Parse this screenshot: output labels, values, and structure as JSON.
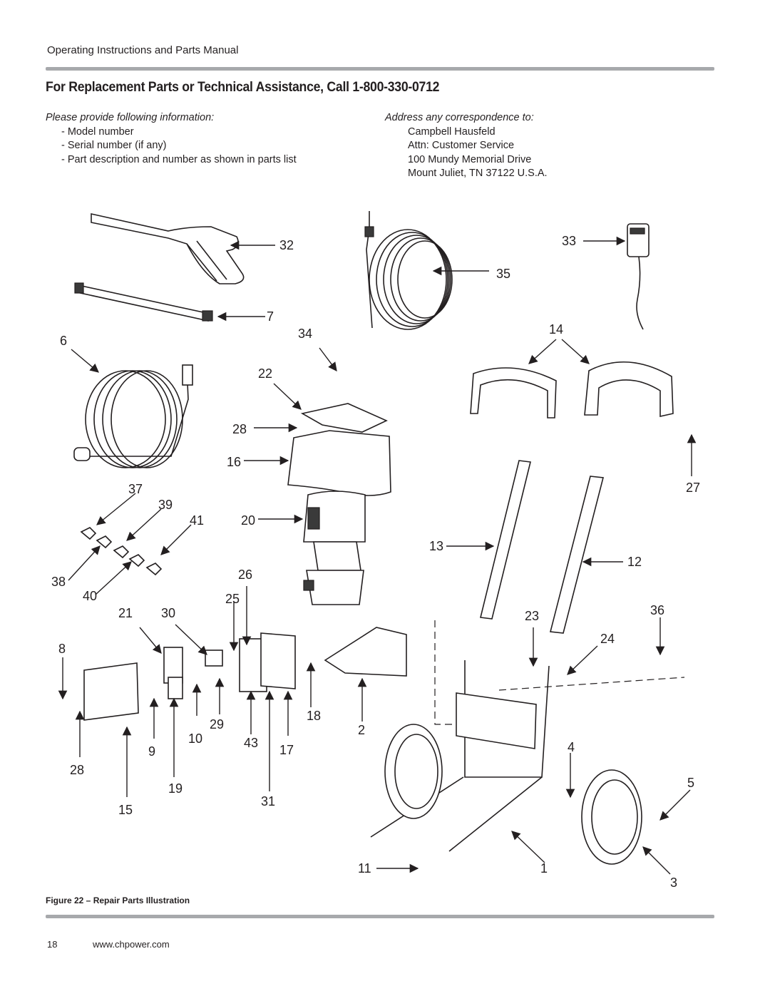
{
  "header": {
    "doc_title": "Operating Instructions and Parts Manual",
    "headline": "For Replacement Parts or Technical Assistance, Call 1-800-330-0712"
  },
  "info_left": {
    "lead": "Please provide following information:",
    "items": [
      "- Model number",
      "- Serial number (if any)",
      "- Part description and number as shown in parts list"
    ]
  },
  "info_right": {
    "lead": "Address any correspondence to:",
    "lines": [
      "Campbell Hausfeld",
      "Attn: Customer Service",
      "100 Mundy Memorial Drive",
      "Mount Juliet, TN  37122   U.S.A."
    ]
  },
  "callouts": [
    "1",
    "2",
    "3",
    "4",
    "5",
    "6",
    "7",
    "8",
    "9",
    "10",
    "11",
    "12",
    "13",
    "14",
    "15",
    "16",
    "17",
    "18",
    "19",
    "20",
    "21",
    "22",
    "23",
    "24",
    "25",
    "26",
    "27",
    "28",
    "28",
    "29",
    "30",
    "31",
    "32",
    "33",
    "34",
    "35",
    "36",
    "37",
    "38",
    "39",
    "40",
    "41",
    "43"
  ],
  "caption": "Figure 22 – Repair Parts Illustration",
  "footer": {
    "page_number": "18",
    "url": "www.chpower.com"
  }
}
